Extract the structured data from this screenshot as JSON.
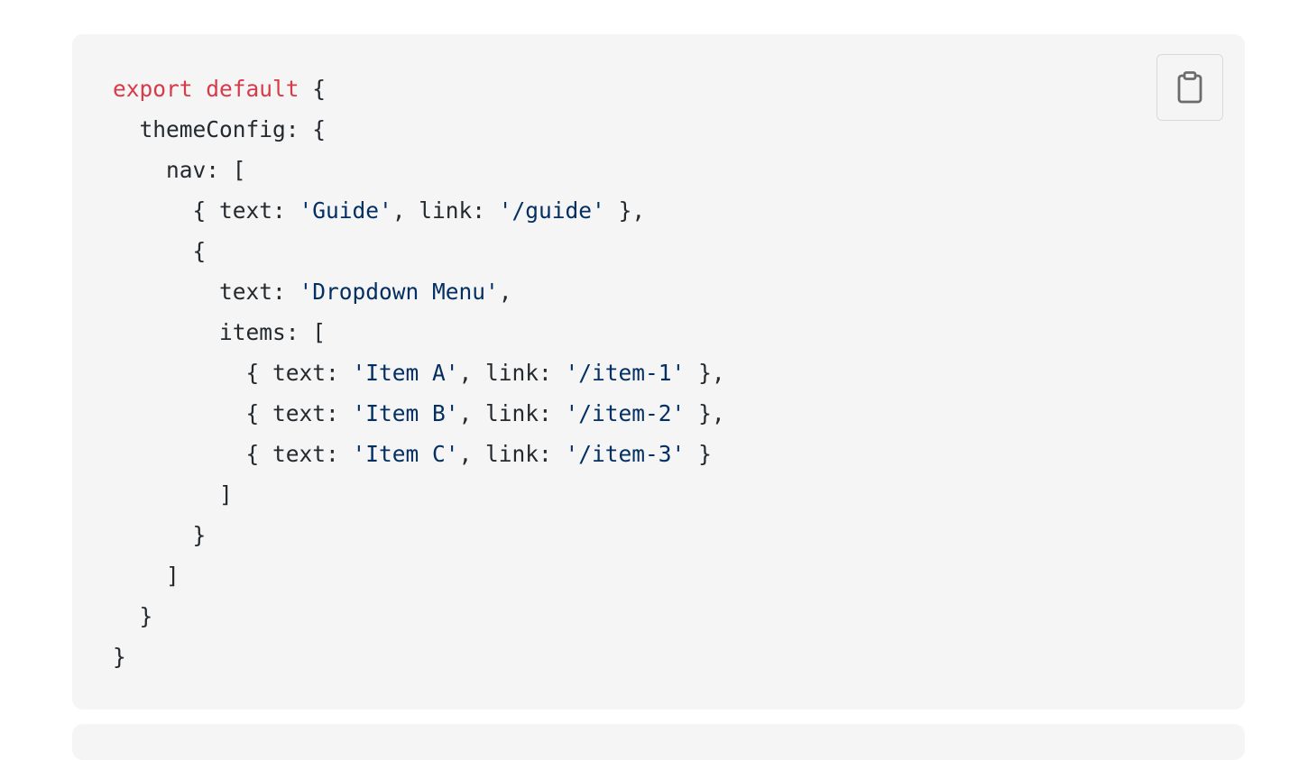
{
  "code_block": {
    "language": "js",
    "copy_button_label": "Copy code",
    "copy_icon": "clipboard-icon",
    "colors": {
      "background": "#f5f5f5",
      "keyword": "#d73a49",
      "string": "#032f62",
      "plain": "#24292e"
    },
    "lines": [
      [
        {
          "t": "keyword",
          "v": "export default"
        },
        {
          "t": "plain",
          "v": " {"
        }
      ],
      [
        {
          "t": "plain",
          "v": "  themeConfig: {"
        }
      ],
      [
        {
          "t": "plain",
          "v": "    nav: ["
        }
      ],
      [
        {
          "t": "plain",
          "v": "      { text: "
        },
        {
          "t": "string",
          "v": "'Guide'"
        },
        {
          "t": "plain",
          "v": ", link: "
        },
        {
          "t": "string",
          "v": "'/guide'"
        },
        {
          "t": "plain",
          "v": " },"
        }
      ],
      [
        {
          "t": "plain",
          "v": "      {"
        }
      ],
      [
        {
          "t": "plain",
          "v": "        text: "
        },
        {
          "t": "string",
          "v": "'Dropdown Menu'"
        },
        {
          "t": "plain",
          "v": ","
        }
      ],
      [
        {
          "t": "plain",
          "v": "        items: ["
        }
      ],
      [
        {
          "t": "plain",
          "v": "          { text: "
        },
        {
          "t": "string",
          "v": "'Item A'"
        },
        {
          "t": "plain",
          "v": ", link: "
        },
        {
          "t": "string",
          "v": "'/item-1'"
        },
        {
          "t": "plain",
          "v": " },"
        }
      ],
      [
        {
          "t": "plain",
          "v": "          { text: "
        },
        {
          "t": "string",
          "v": "'Item B'"
        },
        {
          "t": "plain",
          "v": ", link: "
        },
        {
          "t": "string",
          "v": "'/item-2'"
        },
        {
          "t": "plain",
          "v": " },"
        }
      ],
      [
        {
          "t": "plain",
          "v": "          { text: "
        },
        {
          "t": "string",
          "v": "'Item C'"
        },
        {
          "t": "plain",
          "v": ", link: "
        },
        {
          "t": "string",
          "v": "'/item-3'"
        },
        {
          "t": "plain",
          "v": " }"
        }
      ],
      [
        {
          "t": "plain",
          "v": "        ]"
        }
      ],
      [
        {
          "t": "plain",
          "v": "      }"
        }
      ],
      [
        {
          "t": "plain",
          "v": "    ]"
        }
      ],
      [
        {
          "t": "plain",
          "v": "  }"
        }
      ],
      [
        {
          "t": "plain",
          "v": "}"
        }
      ]
    ]
  }
}
